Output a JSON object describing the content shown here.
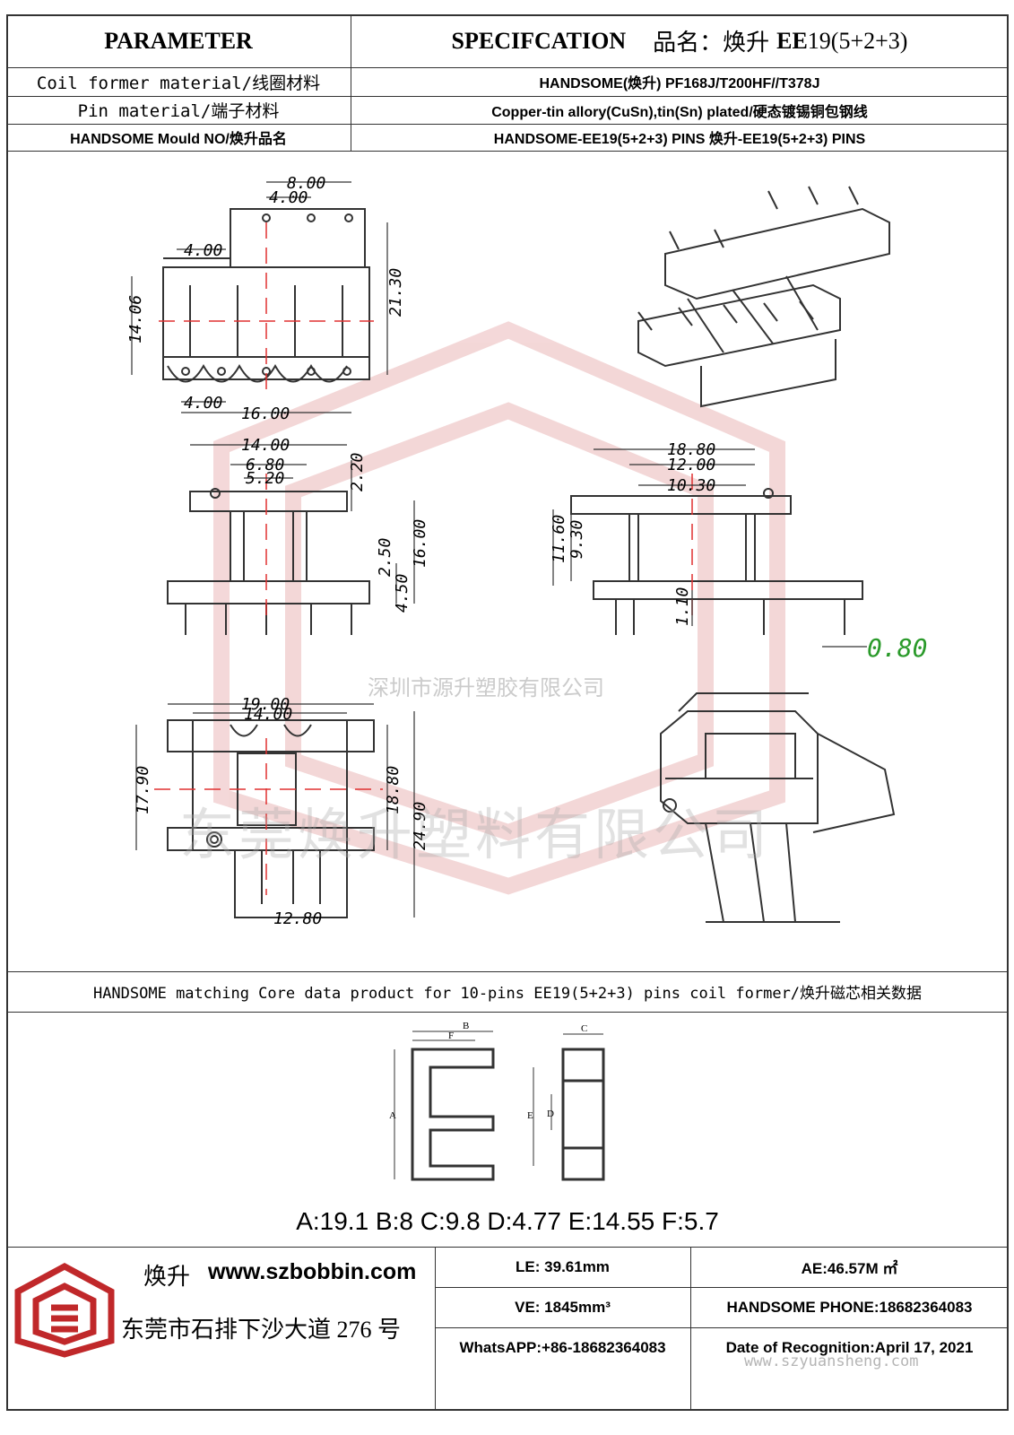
{
  "header": {
    "parameter": "PARAMETER",
    "specification": "SPECIFCATION",
    "product_name_label": "品名：焕升",
    "product_name_model": "EE",
    "product_name_suffix": "19(5+2+3)"
  },
  "spec_rows": [
    {
      "label": "Coil former material/线圈材料",
      "value": "HANDSOME(焕升)  PF168J/T200HF//T378J"
    },
    {
      "label": "Pin material/端子材料",
      "value": "Copper-tin allory(CuSn),tin(Sn) plated/硬态镀锡铜包钢线"
    },
    {
      "label": "HANDSOME Mould NO/焕升品名",
      "value": "HANDSOME-EE19(5+2+3) PINS   焕升-EE19(5+2+3) PINS"
    }
  ],
  "drawing": {
    "top_view": {
      "d1": "8.00",
      "d2": "4.00",
      "d3": "4.00",
      "d4": "14.06",
      "d5": "21.30",
      "d6": "4.00",
      "d7": "16.00"
    },
    "front_view": {
      "d1": "14.00",
      "d2": "6.80",
      "d3": "5.20",
      "d4": "2.20",
      "d5": "2.50",
      "d6": "16.00",
      "d7": "4.50"
    },
    "side_view": {
      "d1": "18.80",
      "d2": "12.00",
      "d3": "10.30",
      "d4": "11.60",
      "d5": "9.30",
      "d6": "1.10",
      "d7": "0.80"
    },
    "bottom_view": {
      "d1": "19.00",
      "d2": "14.00",
      "d3": "17.90",
      "d4": "18.80",
      "d5": "24.90",
      "d6": "12.80"
    },
    "watermark_small": "深圳市源升塑胶有限公司",
    "watermark_big": "东莞焕升塑料有限公司"
  },
  "core_section": {
    "title": "HANDSOME matching Core data  product for 10-pins EE19(5+2+3) pins coil former/焕升磁芯相关数据",
    "labels": {
      "a": "A",
      "b": "B",
      "c": "C",
      "d": "D",
      "e": "E",
      "f": "F"
    },
    "dimensions": "A:19.1 B:8 C:9.8 D:4.77 E:14.55 F:5.7"
  },
  "footer": {
    "brand": "焕升",
    "website": "www.szbobbin.com",
    "address": "东莞市石排下沙大道 276 号",
    "le": "LE: 39.61mm",
    "ae": "AE:46.57M ㎡",
    "ve": "VE: 1845mm³",
    "phone": "HANDSOME PHONE:18682364083",
    "whatsapp": "WhatsAPP:+86-18682364083",
    "date": "Date of Recognition:April 17, 2021",
    "url_watermark": "www.szyuansheng.com"
  },
  "colors": {
    "line": "#333333",
    "centerline": "#e03030",
    "logo": "#c0282a"
  }
}
